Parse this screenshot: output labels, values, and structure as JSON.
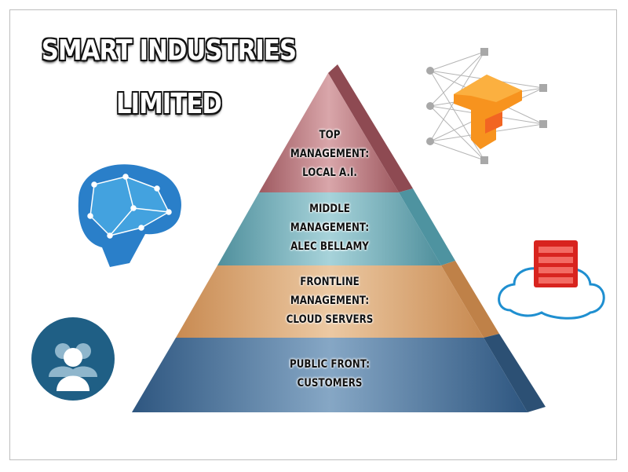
{
  "title": {
    "line1": "SMART INDUSTRIES",
    "line2": "LIMITED"
  },
  "pyramid": {
    "levels": [
      {
        "lines": [
          "TOP",
          "MANAGEMENT:",
          "LOCAL A.I."
        ],
        "color": "#b7737a"
      },
      {
        "lines": [
          "MIDDLE",
          "MANAGEMENT:",
          "ALEC BELLAMY"
        ],
        "color": "#6aaab5"
      },
      {
        "lines": [
          "FRONTLINE",
          "MANAGEMENT:",
          "CLOUD SERVERS"
        ],
        "color": "#d5a06e"
      },
      {
        "lines": [
          "PUBLIC FRONT:",
          "CUSTOMERS"
        ],
        "color": "#557aa0"
      }
    ]
  },
  "icons": [
    "brain-network-icon",
    "tensorflow-network-icon",
    "cloud-server-icon",
    "users-icon"
  ]
}
